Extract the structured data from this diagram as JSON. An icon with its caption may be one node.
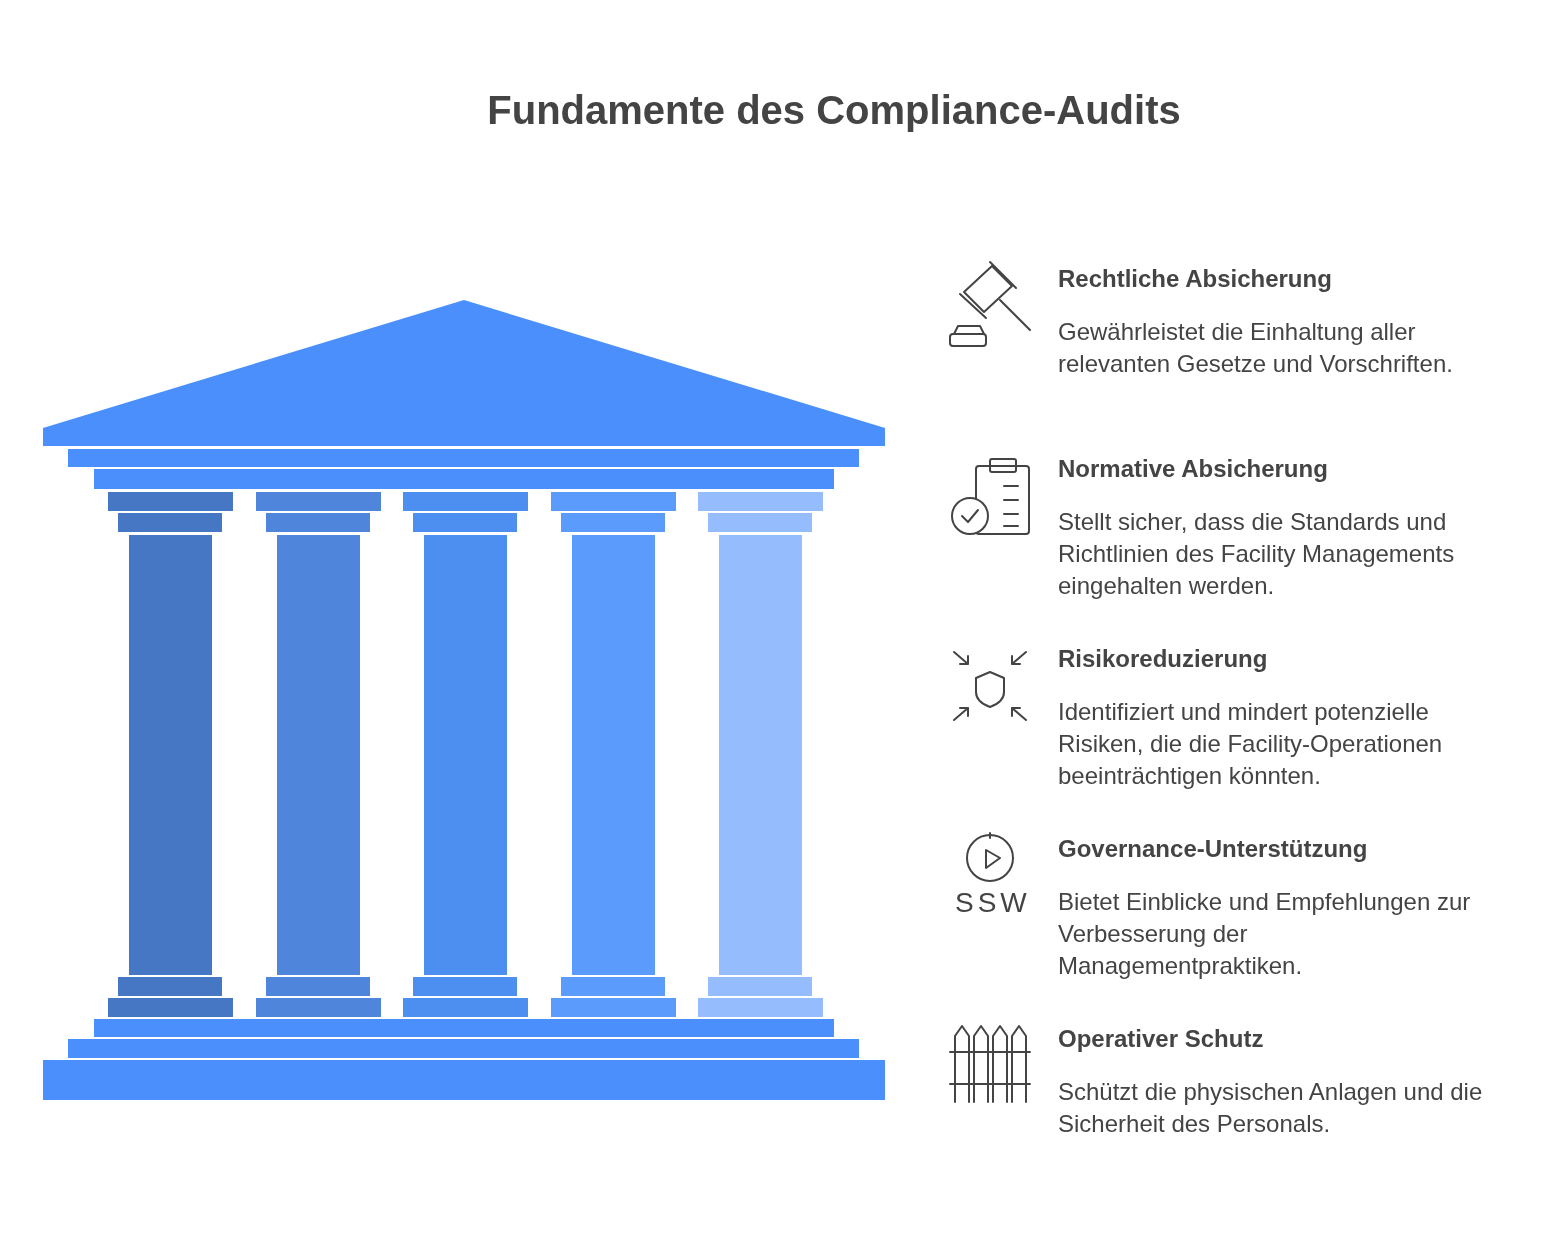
{
  "diagram": {
    "title": "Fundamente des Compliance-Audits",
    "labels": [
      "Rechtliche Absicherung",
      "Gewährleistet die Einhaltung aller relevanten Gesetze und Vorschriften.",
      "Normative Absicherung",
      "Stellt sicher, dass die Standards und Richtlinien des Facility Managements eingehalten werden.",
      "Risikoreduzierung",
      "Identifiziert und mindert potenzielle Risiken, die die Facility-Operationen beeinträchtigen könnten.",
      "Governance-Unterstützung",
      "SSW",
      "Bietet Einblicke und Empfehlungen zur Verbesserung der Managementpraktiken.",
      "Operativer Schutz",
      "Schützt die physischen Anlagen und die Sicherheit des Personals."
    ]
  }
}
